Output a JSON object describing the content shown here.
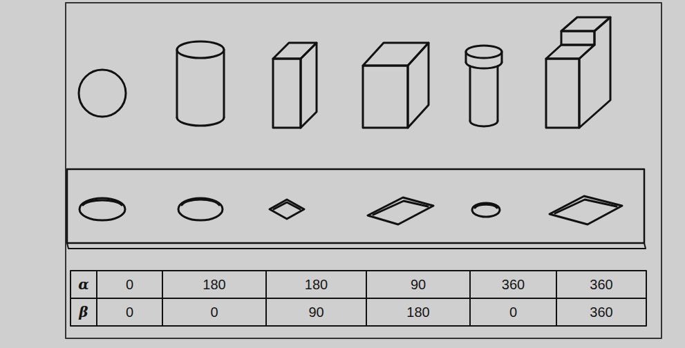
{
  "diagram": {
    "labels": [
      "α",
      "0",
      "180",
      "180",
      "90",
      "360",
      "360",
      "β",
      "0",
      "0",
      "90",
      "180",
      "0",
      "360"
    ]
  }
}
